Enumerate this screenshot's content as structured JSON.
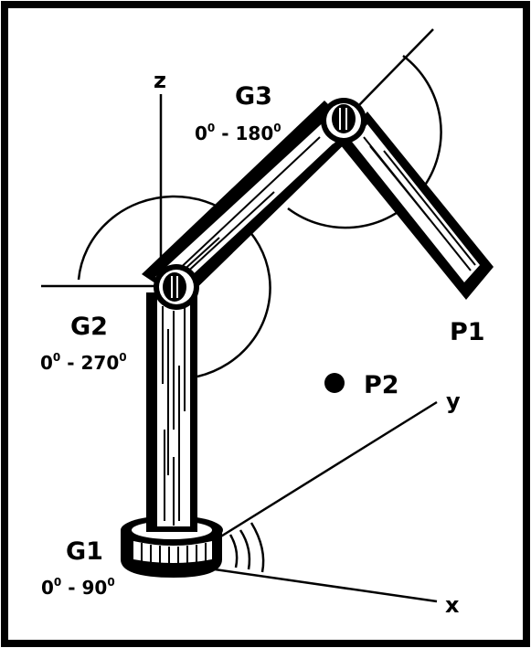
{
  "labels": {
    "z_axis": "z",
    "y_axis": "y",
    "x_axis": "x",
    "g1_name": "G1",
    "g1_range_from": "0",
    "g1_range_to": "90",
    "g2_name": "G2",
    "g2_range_from": "0",
    "g2_range_to": "270",
    "g3_name": "G3",
    "g3_range_from": "0",
    "g3_range_to": "180",
    "p1": "P1",
    "p2": "P2",
    "degree_mark": "0",
    "dash": " - "
  },
  "colors": {
    "ink": "#000000",
    "paper": "#ffffff"
  }
}
